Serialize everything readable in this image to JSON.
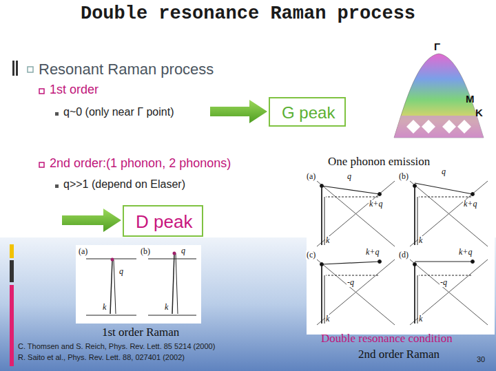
{
  "diagram": {
    "title": "Double resonance Raman process",
    "nodes": [
      {
        "text": [
          "G peak"
        ]
      },
      {
        "text": [
          "D peak"
        ]
      }
    ],
    "labels": [
      "Resonant Raman process",
      "1st order",
      "q~0 (only near Γ point)",
      "2nd order:(1 phonon, 2 phonons)",
      "q>>1 (depend on Elaser)",
      "Γ",
      "M",
      "K",
      "One phonon emission",
      "(a)",
      "q",
      "k+q",
      "k",
      "(b)",
      "q",
      "k+q",
      "k",
      "(c)",
      "k+q",
      "-q",
      "k",
      "(d)",
      "k+q",
      "-q",
      "k",
      "(a)",
      "q",
      "k",
      "(b)",
      "q",
      "k",
      "1st order Raman",
      "Double resonance condition",
      "2nd order Raman",
      "C. Thomsen and S. Reich, Phys. Rev. Lett. 85 5214 (2000)",
      "R. Saito et al., Phys. Rev. Lett. 88, 027401 (2002)",
      "30"
    ]
  }
}
